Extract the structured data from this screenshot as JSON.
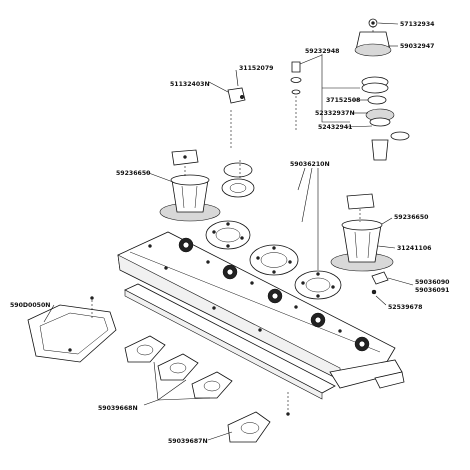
{
  "parts": {
    "p57132934": "57132934",
    "p59032947": "59032947",
    "p59232948": "59232948",
    "p37152508": "37152508",
    "p52332937N": "52332937N",
    "p52432941": "52432941",
    "p31152079": "31152079",
    "p51132403N": "51132403N",
    "p59036210N": "59036210N",
    "p59236650_left": "59236650",
    "p59236650_right": "59236650",
    "p31241106": "31241106",
    "p59036090": "59036090",
    "p59036091": "59036091",
    "p52539678": "52539678",
    "p590D0050N": "590D0050N",
    "p59039668N": "59039668N",
    "p59039687N": "59039687N"
  }
}
